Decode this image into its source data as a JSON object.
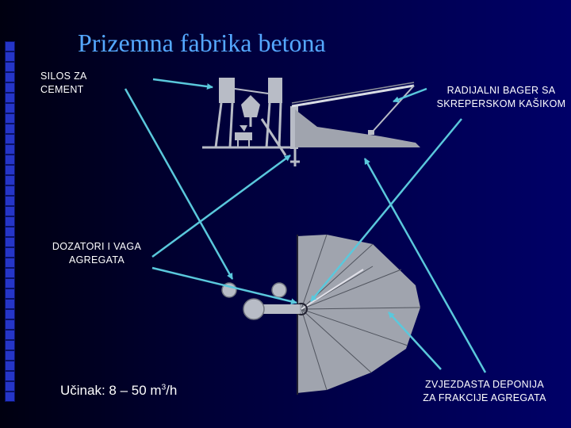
{
  "title": "Prizemna fabrika betona",
  "labels": {
    "silos_line1": "SILOS ZA",
    "silos_line2": "CEMENT",
    "bager_line1": "RADIJALNI  BAGER SA",
    "bager_line2": "SKREPERSKOM KAŠIKOM",
    "dozatori_line1": "DOZATORI I VAGA",
    "dozatori_line2": "AGREGATA",
    "deponija_line1": "ZVJEZDASTA DEPONIJA",
    "deponija_line2": "ZA FRAKCIJE AGREGATA"
  },
  "output": {
    "prefix": "Učinak: 8 – 50 m",
    "superscript": "3",
    "suffix": "/h"
  },
  "colors": {
    "title": "#55a8ff",
    "arrow": "#5ac8dc",
    "structure": "#b8bcc6",
    "pile": "#a0a4ae"
  }
}
